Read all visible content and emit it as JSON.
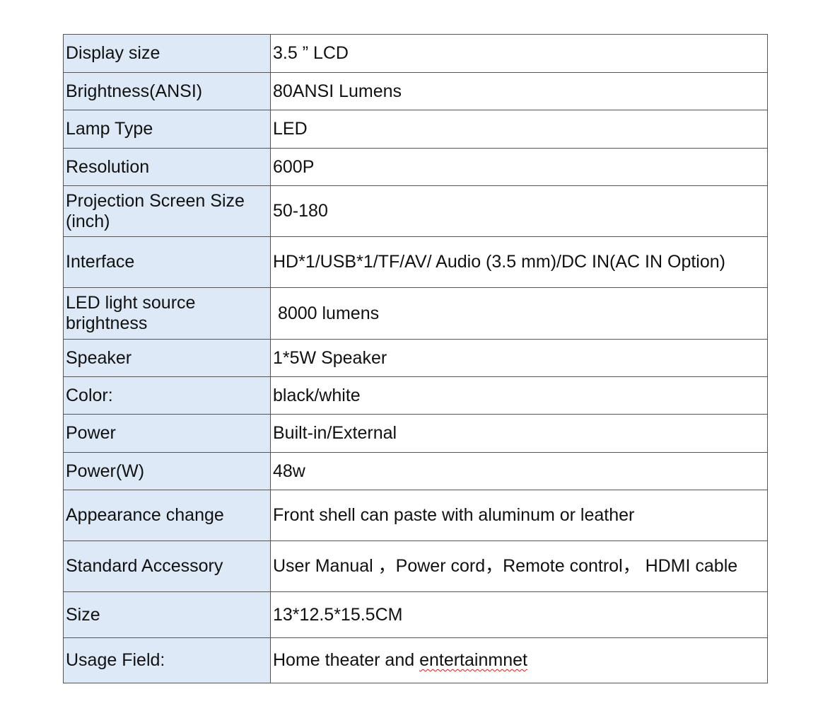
{
  "specs": [
    {
      "label": "Display size",
      "value": "3.5 ” LCD"
    },
    {
      "label": "Brightness(ANSI)",
      "value": "80ANSI Lumens"
    },
    {
      "label": "Lamp Type",
      "value": "LED"
    },
    {
      "label": "Resolution",
      "value": "600P"
    },
    {
      "label": "Projection Screen Size (inch)",
      "value": "50-180"
    },
    {
      "label": "Interface",
      "value": "HD*1/USB*1/TF/AV/ Audio (3.5 mm)/DC IN(AC IN Option)"
    },
    {
      "label": "LED light source brightness",
      "value": " 8000 lumens"
    },
    {
      "label": "Speaker",
      "value": "1*5W Speaker"
    },
    {
      "label": "Color:",
      "value": "black/white"
    },
    {
      "label": "Power",
      "value": "Built-in/External"
    },
    {
      "label": "Power(W)",
      "value": "48w"
    },
    {
      "label": "Appearance change",
      "value": "Front shell can paste with aluminum or leather"
    },
    {
      "label": "Standard Accessory",
      "value": "User Manual ，Power cord，Remote control， HDMI cable"
    },
    {
      "label": "Size",
      "value": "13*12.5*15.5CM"
    },
    {
      "label": "Usage Field:",
      "value_prefix": "Home theater and ",
      "value_misspelled": "entertainmnet"
    }
  ]
}
